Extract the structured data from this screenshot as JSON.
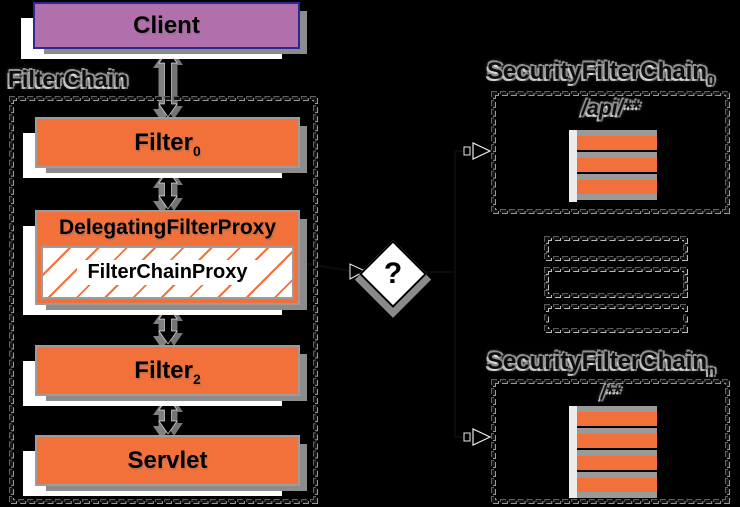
{
  "colors": {
    "orange": "#F2713B",
    "client_fill": "#B16FAC",
    "client_border": "#2B2B8F",
    "box_border": "#9C9C9C",
    "shadow_gray": "#8C8C8C",
    "shadow_white": "#FFFFFF",
    "background": "#000000"
  },
  "client": {
    "label": "Client"
  },
  "filter_chain": {
    "label": "FilterChain",
    "nodes": {
      "filter0": {
        "label": "Filter",
        "sub": "0"
      },
      "delegating_filter_proxy": {
        "label": "DelegatingFilterProxy"
      },
      "filter_chain_proxy": {
        "label": "FilterChainProxy"
      },
      "filter2": {
        "label": "Filter",
        "sub": "2"
      },
      "servlet": {
        "label": "Servlet"
      }
    }
  },
  "decision_diamond": {
    "label": "?"
  },
  "security_filter_chains": [
    {
      "title": "SecurityFilterChain",
      "sub": "0",
      "url_pattern": "/api/**",
      "filter_bars": 3,
      "has_page_curl": false
    },
    {
      "title": "SecurityFilterChain",
      "sub": "n",
      "url_pattern": "/**",
      "filter_bars": 4,
      "has_page_curl": true
    }
  ],
  "collapsed_chains_count": 3
}
